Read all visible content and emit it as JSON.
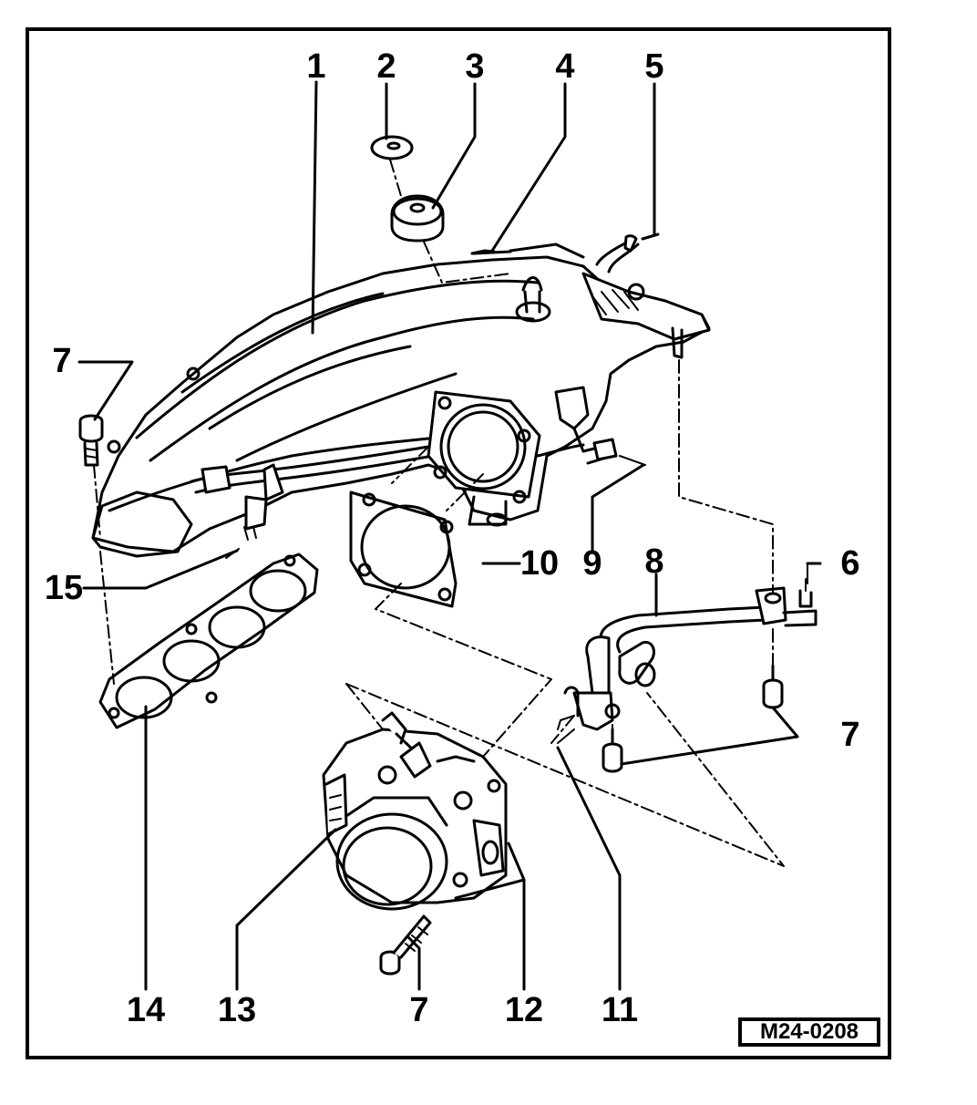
{
  "diagram": {
    "figure_code": "M24-0208",
    "callouts": {
      "c1": "1",
      "c2": "2",
      "c3": "3",
      "c4": "4",
      "c5": "5",
      "c6": "6",
      "c7a": "7",
      "c7b": "7",
      "c7c": "7",
      "c8": "8",
      "c9": "9",
      "c10": "10",
      "c11": "11",
      "c12": "12",
      "c13": "13",
      "c14": "14",
      "c15": "15"
    }
  }
}
